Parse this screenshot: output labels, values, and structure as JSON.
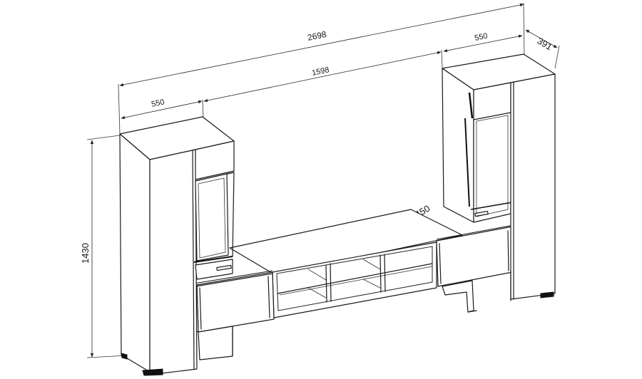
{
  "diagram": {
    "dimensions": {
      "overall_width": "2698",
      "inner_width": "1598",
      "left_cabinet_width": "550",
      "right_cabinet_width": "550",
      "depth": "391",
      "tv_stand_depth": "450",
      "height": "1430"
    },
    "colors": {
      "line": "#1a1a1a",
      "panel_edge": "#111111",
      "background": "#ffffff"
    }
  }
}
